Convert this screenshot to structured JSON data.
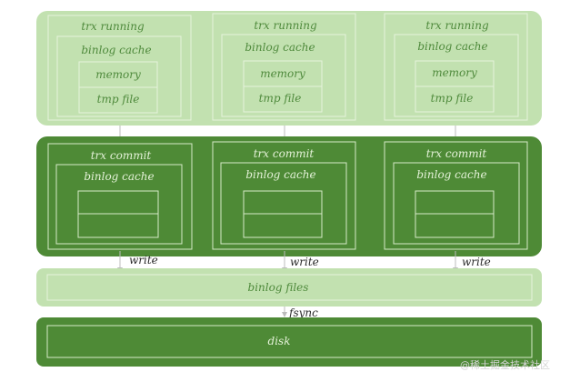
{
  "colors": {
    "light_band": "#c2e1b0",
    "light_stroke": "#e6f3dc",
    "dark_band": "#4e8a36",
    "dark_stroke": "#d6eac8",
    "arrow": "#bcbcbc"
  },
  "running": [
    {
      "title": "trx running",
      "cache": "binlog cache",
      "memory": "memory",
      "tmp": "tmp file"
    },
    {
      "title": "trx running",
      "cache": "binlog cache",
      "memory": "memory",
      "tmp": "tmp file"
    },
    {
      "title": "trx running",
      "cache": "binlog cache",
      "memory": "memory",
      "tmp": "tmp file"
    }
  ],
  "commit": [
    {
      "title": "trx commit",
      "cache": "binlog cache"
    },
    {
      "title": "trx commit",
      "cache": "binlog cache"
    },
    {
      "title": "trx commit",
      "cache": "binlog cache"
    }
  ],
  "write_label": "write",
  "binlog_files_label": "binlog files",
  "fsync_label": "fsync",
  "disk_label": "disk",
  "watermark": "@稀土掘金技术社区"
}
